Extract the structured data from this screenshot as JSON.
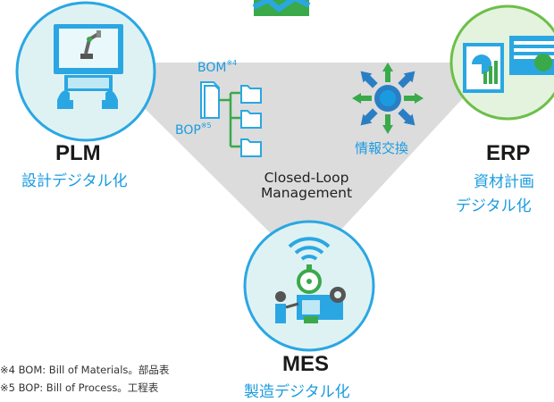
{
  "nodes": {
    "plm": {
      "title": "PLM",
      "subtitle": "設計デジタル化"
    },
    "erp": {
      "title": "ERP",
      "subtitle_line1": "資材計画",
      "subtitle_line2": "デジタル化"
    },
    "mes": {
      "title": "MES",
      "subtitle": "製造デジタル化"
    }
  },
  "center": {
    "label_line1": "Closed-Loop",
    "label_line2": "Management",
    "bom_label": "BOM",
    "bom_sup": "※4",
    "bop_label": "BOP",
    "bop_sup": "※5",
    "exchange_label": "情報交換"
  },
  "footnotes": [
    "※4 BOM: Bill of Materials。部品表",
    "※5 BOP: Bill of Process。工程表"
  ],
  "colors": {
    "triangle": "#dcdcdc",
    "circle_fill": "#dff2f3",
    "circle_stroke": "#2aa7e3",
    "erp_circle_fill": "#e4f3de",
    "erp_circle_stroke": "#6cbf4a",
    "accent_blue": "#1a9be0",
    "accent_green": "#3aa94a"
  }
}
